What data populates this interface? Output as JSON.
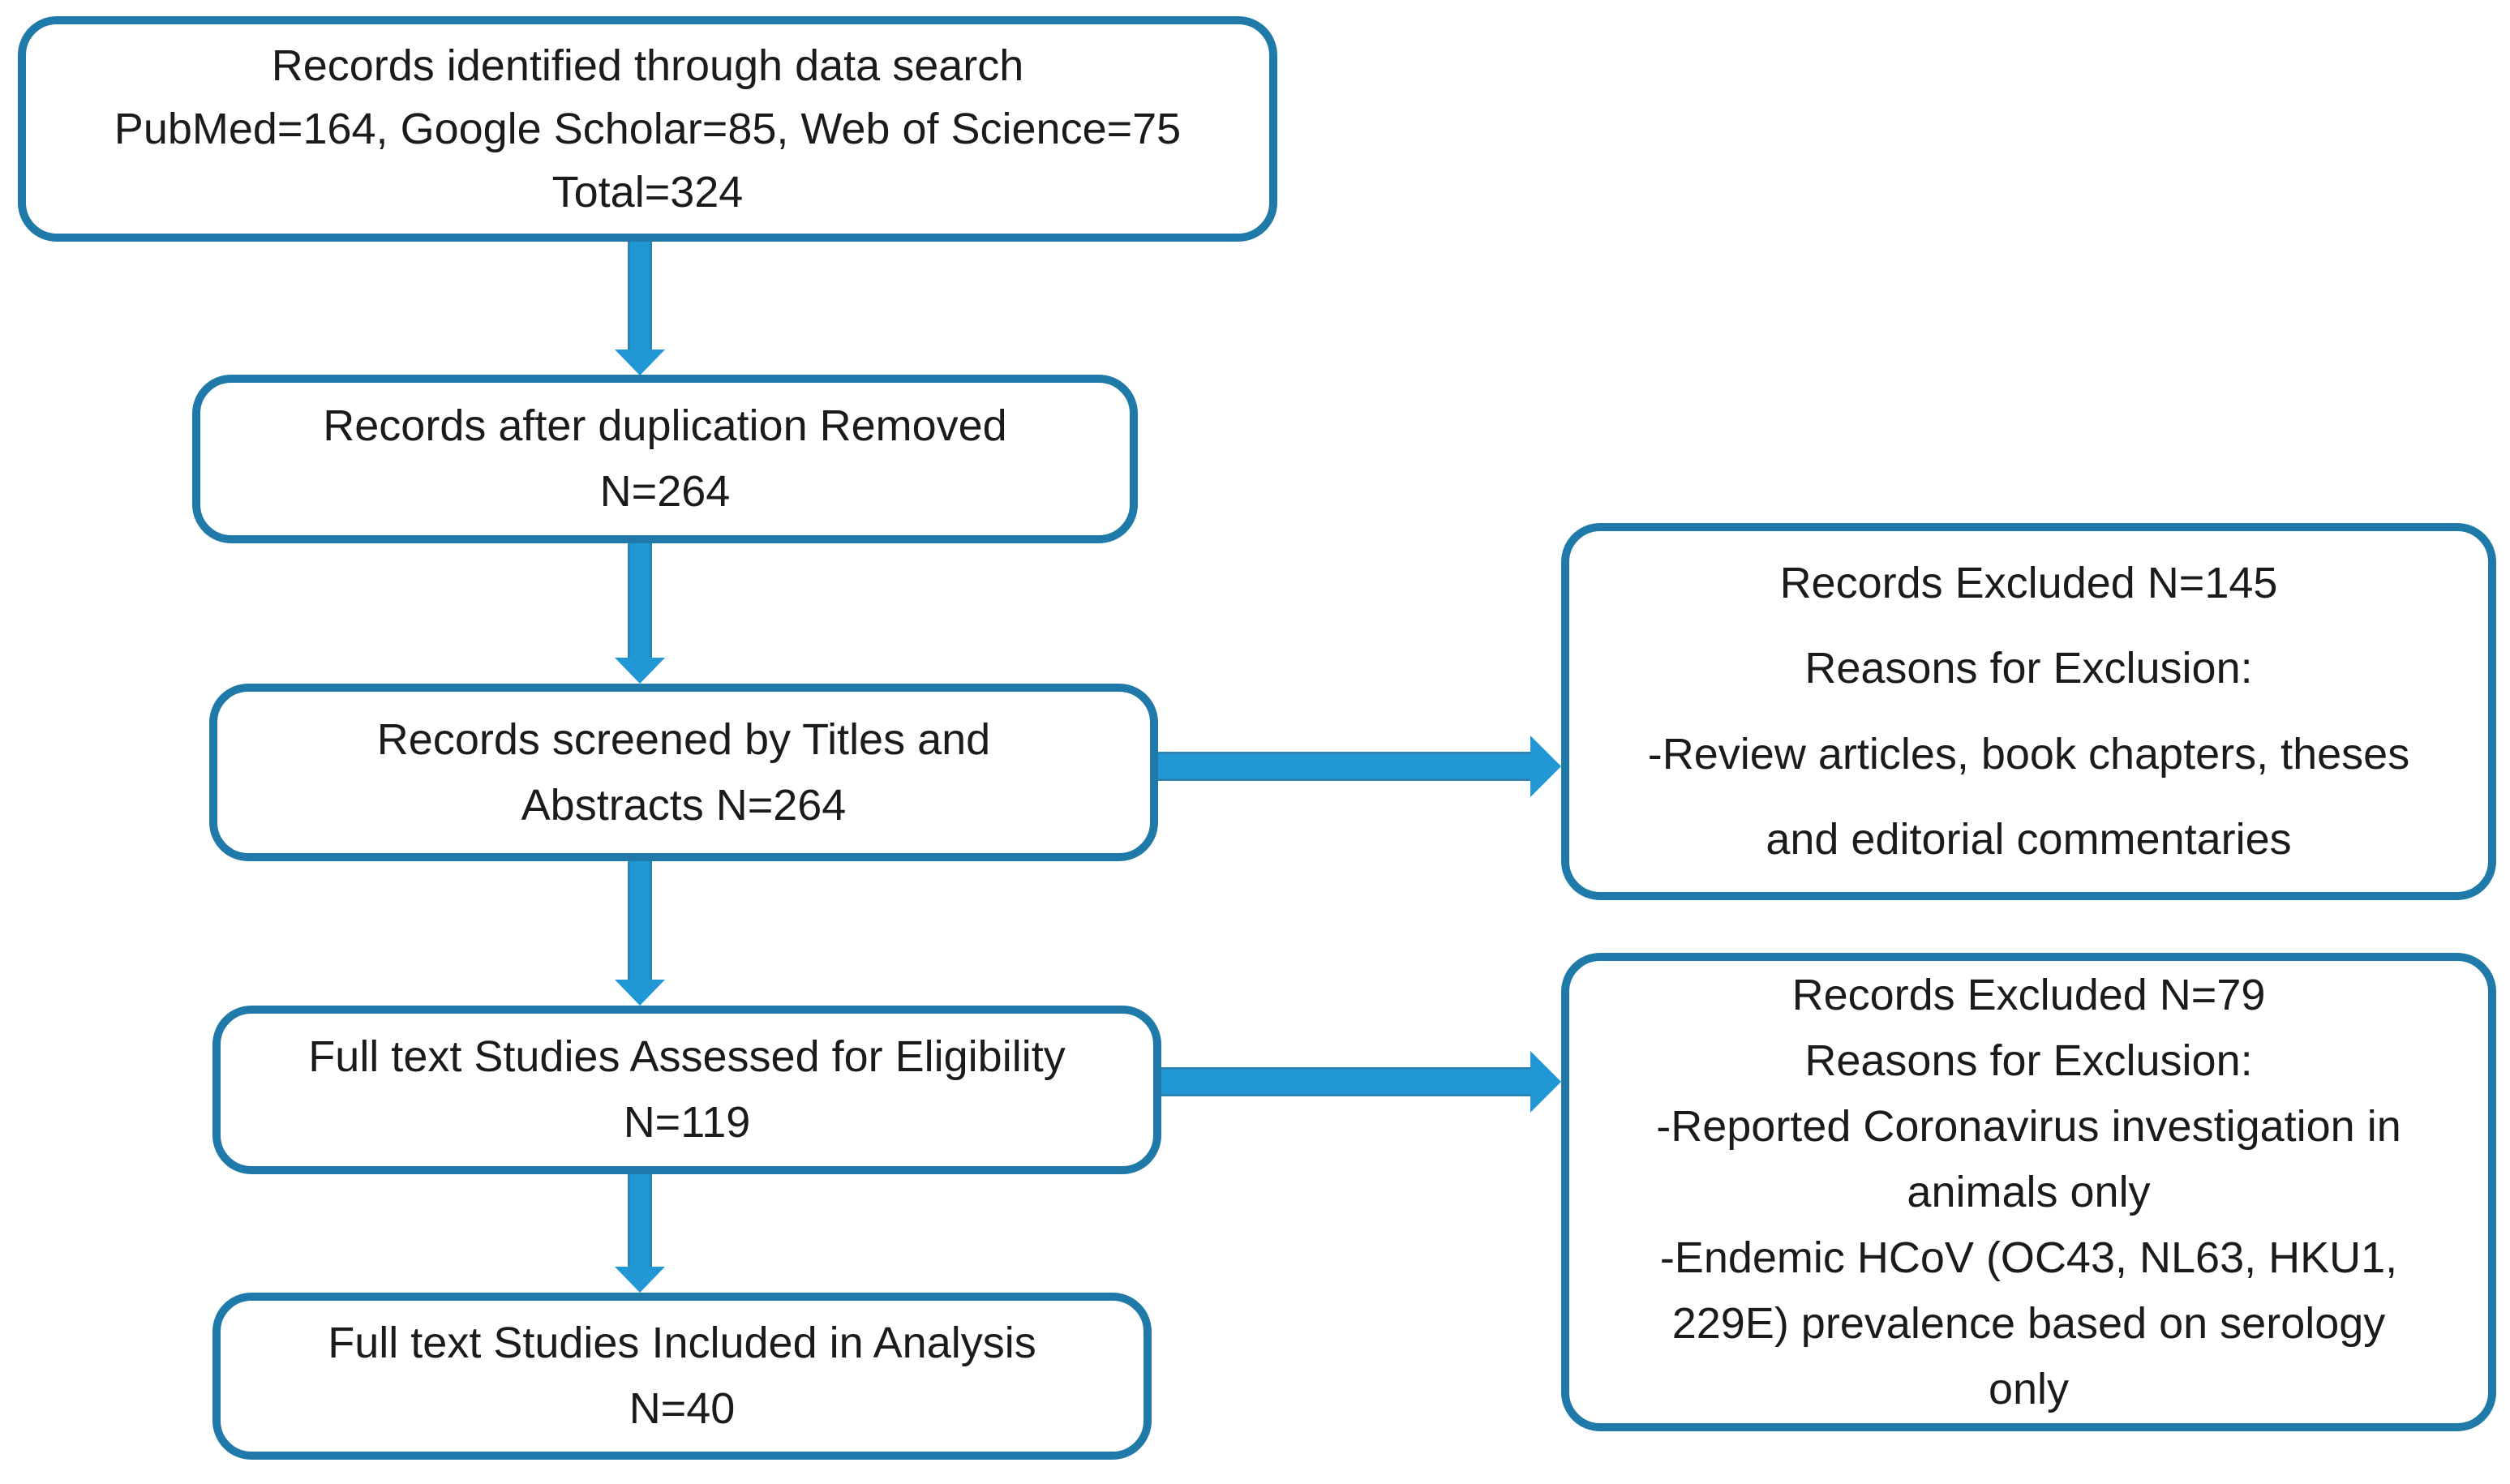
{
  "diagram": {
    "type": "prisma-study-selection-flow",
    "colors": {
      "box_border": "#1f7aa9",
      "arrow": "#2198d5",
      "arrow_edge": "#2a85b5",
      "text": "#1b1b1b",
      "background": "#ffffff"
    },
    "boxes": {
      "identification": {
        "lines": [
          "Records identified through data search",
          "PubMed=164, Google Scholar=85, Web of Science=75",
          "Total=324"
        ]
      },
      "deduplication": {
        "lines": [
          "Records after duplication Removed",
          "N=264"
        ]
      },
      "screening": {
        "lines": [
          "Records screened by Titles and",
          "Abstracts N=264"
        ]
      },
      "eligibility": {
        "lines": [
          "Full text Studies Assessed for Eligibility",
          "N=119"
        ]
      },
      "included": {
        "lines": [
          "Full text Studies Included in Analysis",
          "N=40"
        ]
      },
      "excluded_screening": {
        "lines": [
          "Records Excluded N=145",
          "Reasons for Exclusion:",
          "-Review articles, book chapters, theses",
          "and editorial commentaries"
        ]
      },
      "excluded_fulltext": {
        "lines": [
          "Records Excluded N=79",
          "Reasons for Exclusion:",
          "-Reported Coronavirus investigation in",
          "animals only",
          "-Endemic HCoV (OC43, NL63, HKU1,",
          "229E) prevalence based on serology",
          "only"
        ]
      }
    },
    "counts": {
      "pubmed": 164,
      "google_scholar": 85,
      "web_of_science": 75,
      "total_identified": 324,
      "after_deduplication": 264,
      "screened": 264,
      "excluded_at_screening": 145,
      "fulltext_assessed": 119,
      "excluded_at_fulltext": 79,
      "included_in_analysis": 40
    }
  }
}
